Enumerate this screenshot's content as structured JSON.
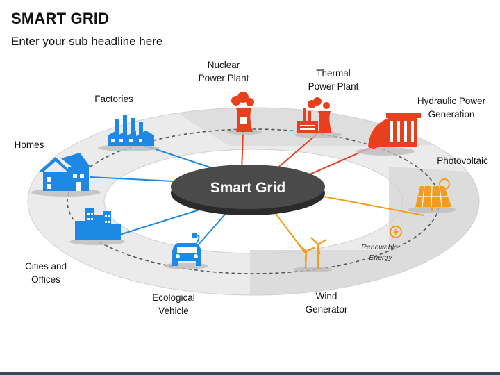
{
  "slide": {
    "title": "SMART GRID",
    "subtitle": "Enter your sub headline here"
  },
  "hub": {
    "label": "Smart Grid"
  },
  "nodes": {
    "nuclear": "Nuclear\nPower Plant",
    "thermal": "Thermal\nPower Plant",
    "hydraulic": "Hydraulic Power\nGeneration",
    "photovoltaic": "Photovoltaic",
    "wind": "Wind\nGenerator",
    "renewable": "Renewable\nEnergy",
    "ecological": "Ecological\nVehicle",
    "cities": "Cities and\nOffices",
    "homes": "Homes",
    "factories": "Factories"
  },
  "colors": {
    "consumer_blue": "#1e88e5",
    "producer_red": "#e8401f",
    "renewable_orange": "#f59c1a",
    "hub_fill": "#4a4a4a",
    "ring_gray": "#e6e6e6"
  },
  "icons": [
    "factory-icon",
    "house-icon",
    "city-icon",
    "electric-car-icon",
    "nuclear-plant-icon",
    "thermal-plant-icon",
    "dam-icon",
    "solar-panel-icon",
    "wind-turbine-icon",
    "renewable-energy-icon"
  ]
}
